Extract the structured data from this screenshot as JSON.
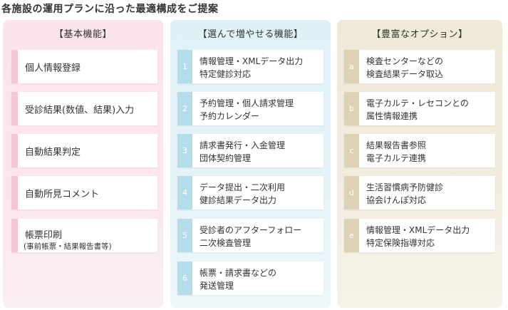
{
  "page": {
    "title": "各施設の運用プランに沿った最適構成をご提案"
  },
  "basic": {
    "title": "【基本機能】",
    "items": [
      {
        "label": "個人情報登録"
      },
      {
        "label": "受診結果(数値、結果)入力"
      },
      {
        "label": "自動結果判定"
      },
      {
        "label": "自動所見コメント"
      },
      {
        "label": "帳票印刷",
        "sub": "(事前帳票・結果報告書等)"
      }
    ]
  },
  "selectable": {
    "title": "【選んで増やせる機能】",
    "items": [
      {
        "num": "1",
        "line1": "情報管理・XMLデータ出力",
        "line2": "特定健診対応"
      },
      {
        "num": "2",
        "line1": "予約管理・個人請求管理",
        "line2": "予約カレンダー"
      },
      {
        "num": "3",
        "line1": "請求書発行・入金管理",
        "line2": "団体契約管理"
      },
      {
        "num": "4",
        "line1": "データ提出・二次利用",
        "line2": "健診結果データ出力"
      },
      {
        "num": "5",
        "line1": "受診者のアフターフォロー",
        "line2": "二次検査管理"
      },
      {
        "num": "6",
        "line1": "帳票・請求書などの",
        "line2": "発送管理"
      }
    ]
  },
  "options": {
    "title": "【豊富なオプション】",
    "items": [
      {
        "num": "a",
        "line1": "検査センターなどの",
        "line2": "検査結果データ取込"
      },
      {
        "num": "b",
        "line1": "電子カルテ・レセコンとの",
        "line2": "属性情報連携"
      },
      {
        "num": "c",
        "line1": "結果報告書参照",
        "line2": "電子カルテ連携"
      },
      {
        "num": "d",
        "line1": "生活習慣病予防健診",
        "line2": "協会けんぽ対応"
      },
      {
        "num": "e",
        "line1": "情報管理・XMLデータ出力",
        "line2": "特定保険指導対応"
      }
    ]
  },
  "colors": {
    "basic_bg": "#fce4ec",
    "basic_accent": "#f6c6d6",
    "select_bg": "#dff1f7",
    "select_accent": "#b5dde9",
    "option_bg": "#efe9d8",
    "option_accent": "#ddd2b4"
  }
}
